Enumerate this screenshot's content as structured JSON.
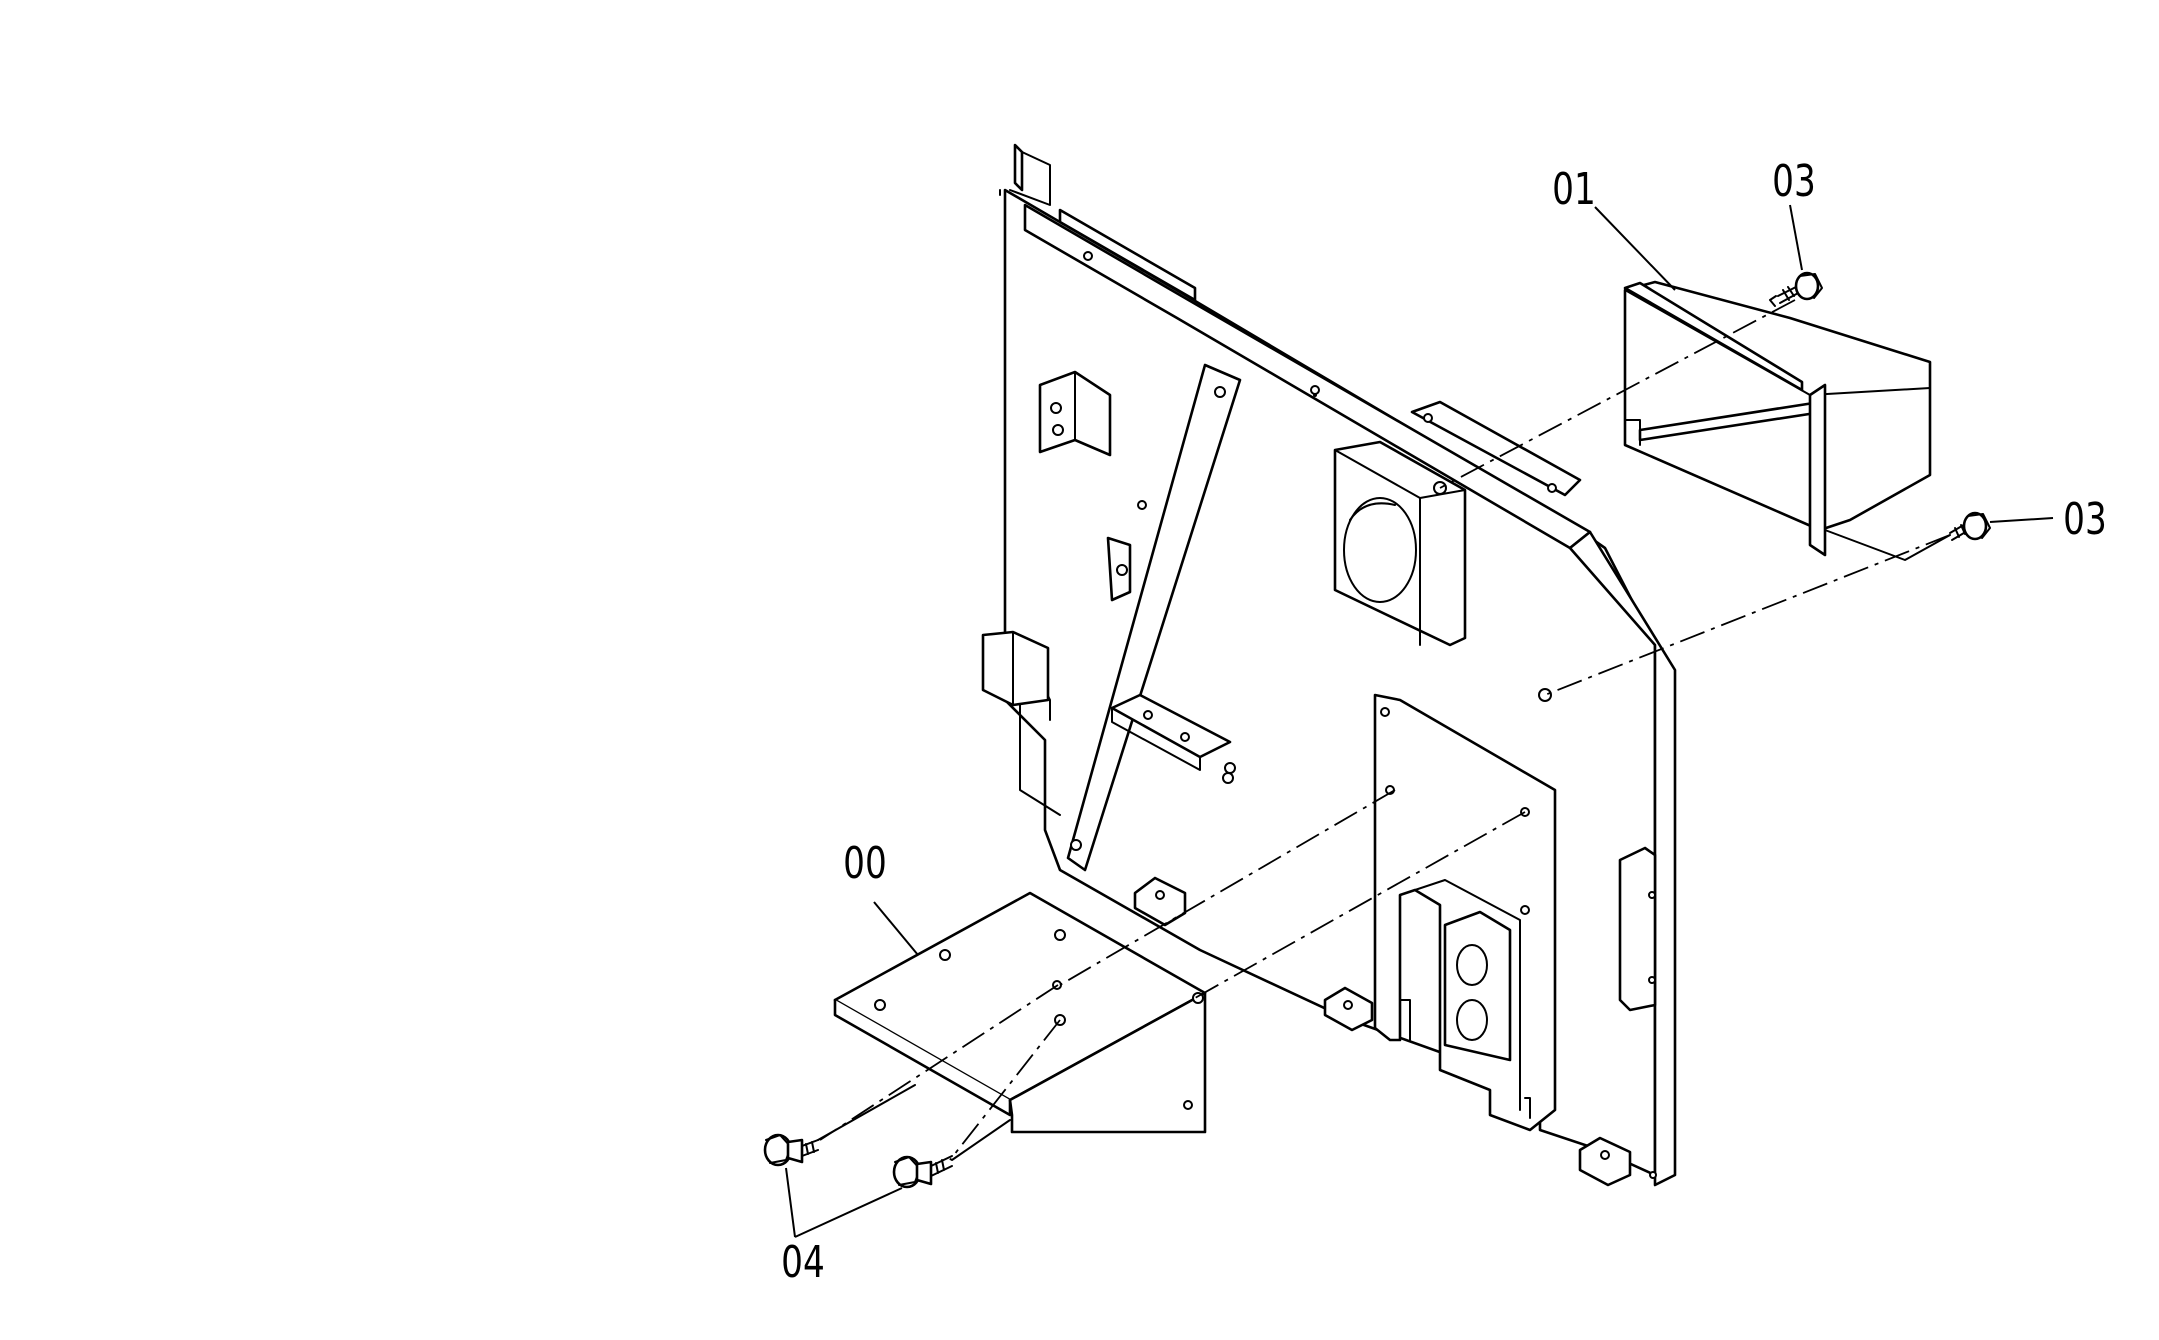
{
  "callouts": {
    "bracket": "00",
    "duct": "01",
    "duct_bolt_top": "03",
    "duct_bolt_side": "03",
    "bracket_bolts": "04"
  },
  "colors": {
    "line": "#000000",
    "background": "#ffffff"
  }
}
